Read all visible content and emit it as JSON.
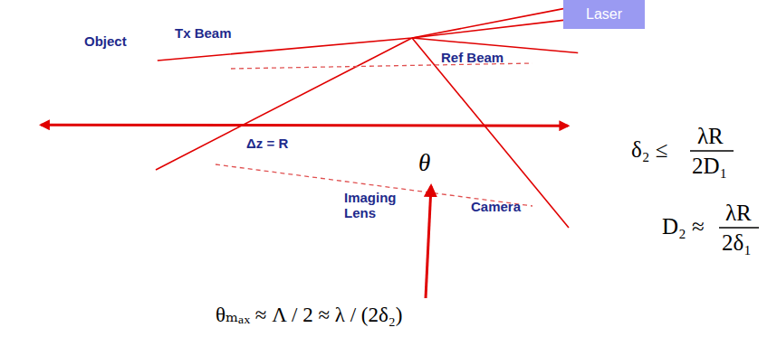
{
  "diagram": {
    "nodes": [
      {
        "text": [
          "Object"
        ]
      },
      {
        "text": [
          "Laser"
        ]
      },
      {
        "text": [
          "Camera"
        ]
      }
    ],
    "edges": [
      {
        "from": 0,
        "to": 2,
        "label": "Δz = R",
        "arrow": "both"
      },
      {
        "from": 1,
        "to": 0,
        "label": "Tx Beam",
        "arrow": "none"
      },
      {
        "from": 1,
        "to": 2,
        "label": "Ref Beam",
        "arrow": "none"
      }
    ],
    "labels": [
      "Imaging Lens",
      "θ",
      "θₘₐₓ ≈ Λ / 2 ≈ λ / (2δ₂)",
      "δ₂ ≤",
      "λR",
      "2D₁",
      "D₂ ≈",
      "λR",
      "2δ₁"
    ]
  }
}
